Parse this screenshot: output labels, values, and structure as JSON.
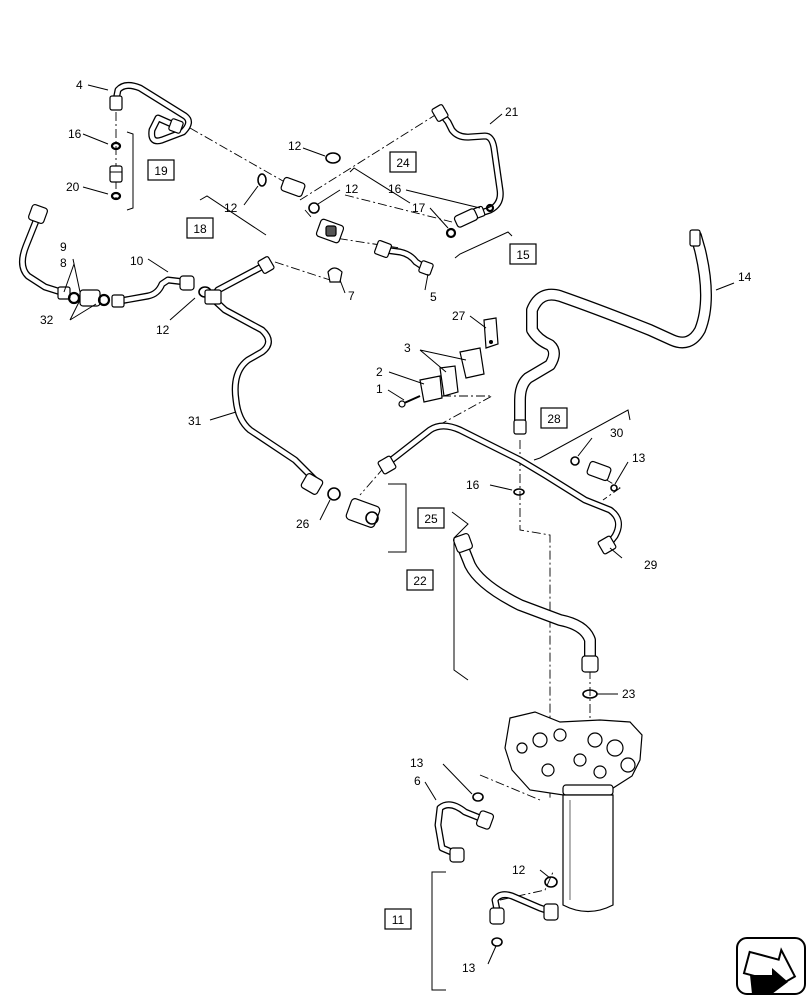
{
  "callouts": {
    "c1": "1",
    "c2": "2",
    "c3": "3",
    "c4": "4",
    "c5": "5",
    "c6": "6",
    "c7": "7",
    "c8": "8",
    "c9": "9",
    "c10": "10",
    "c11": "11",
    "c12a": "12",
    "c12b": "12",
    "c12c": "12",
    "c12d": "12",
    "c12e": "12",
    "c13a": "13",
    "c13b": "13",
    "c13c": "13",
    "c14": "14",
    "c15": "15",
    "c16a": "16",
    "c16b": "16",
    "c16c": "16",
    "c17": "17",
    "c18": "18",
    "c19": "19",
    "c20": "20",
    "c21": "21",
    "c22": "22",
    "c23": "23",
    "c24": "24",
    "c25": "25",
    "c26": "26",
    "c27": "27",
    "c28": "28",
    "c29": "29",
    "c30": "30",
    "c31": "31",
    "c32": "32"
  },
  "icons": {
    "nav": "page-navigation-arrow-icon"
  }
}
